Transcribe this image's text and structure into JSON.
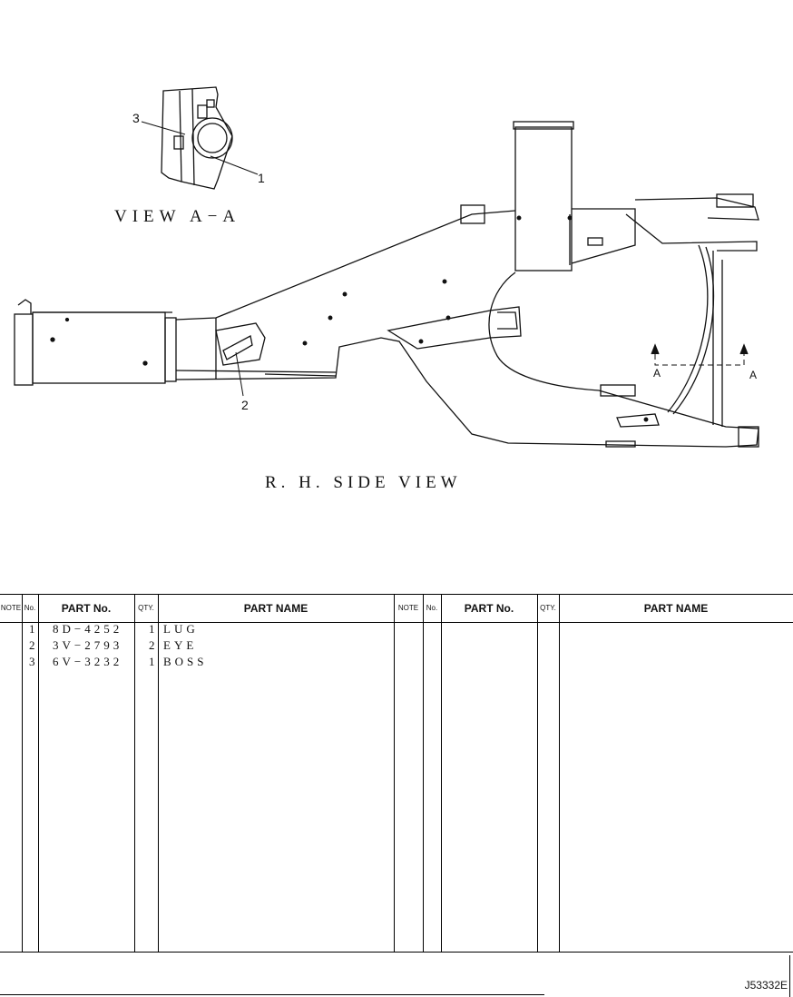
{
  "drawing": {
    "view_aa_label": "VIEW  A−A",
    "side_view_label": "R. H.   SIDE  VIEW",
    "callouts": {
      "c1": "1",
      "c2": "2",
      "c3": "3"
    },
    "section_marks": {
      "left": "A",
      "right": "A"
    }
  },
  "table": {
    "headers": {
      "note": "NOTE",
      "no": "No.",
      "part_no": "PART No.",
      "qty": "QTY.",
      "part_name": "PART NAME"
    },
    "rows": [
      {
        "no": "1",
        "part_no": "8D−4252",
        "qty": "1",
        "name": "LUG"
      },
      {
        "no": "2",
        "part_no": "3V−2793",
        "qty": "2",
        "name": "EYE"
      },
      {
        "no": "3",
        "part_no": "6V−3232",
        "qty": "1",
        "name": "BOSS"
      }
    ]
  },
  "footer": {
    "code": "J53332E"
  }
}
